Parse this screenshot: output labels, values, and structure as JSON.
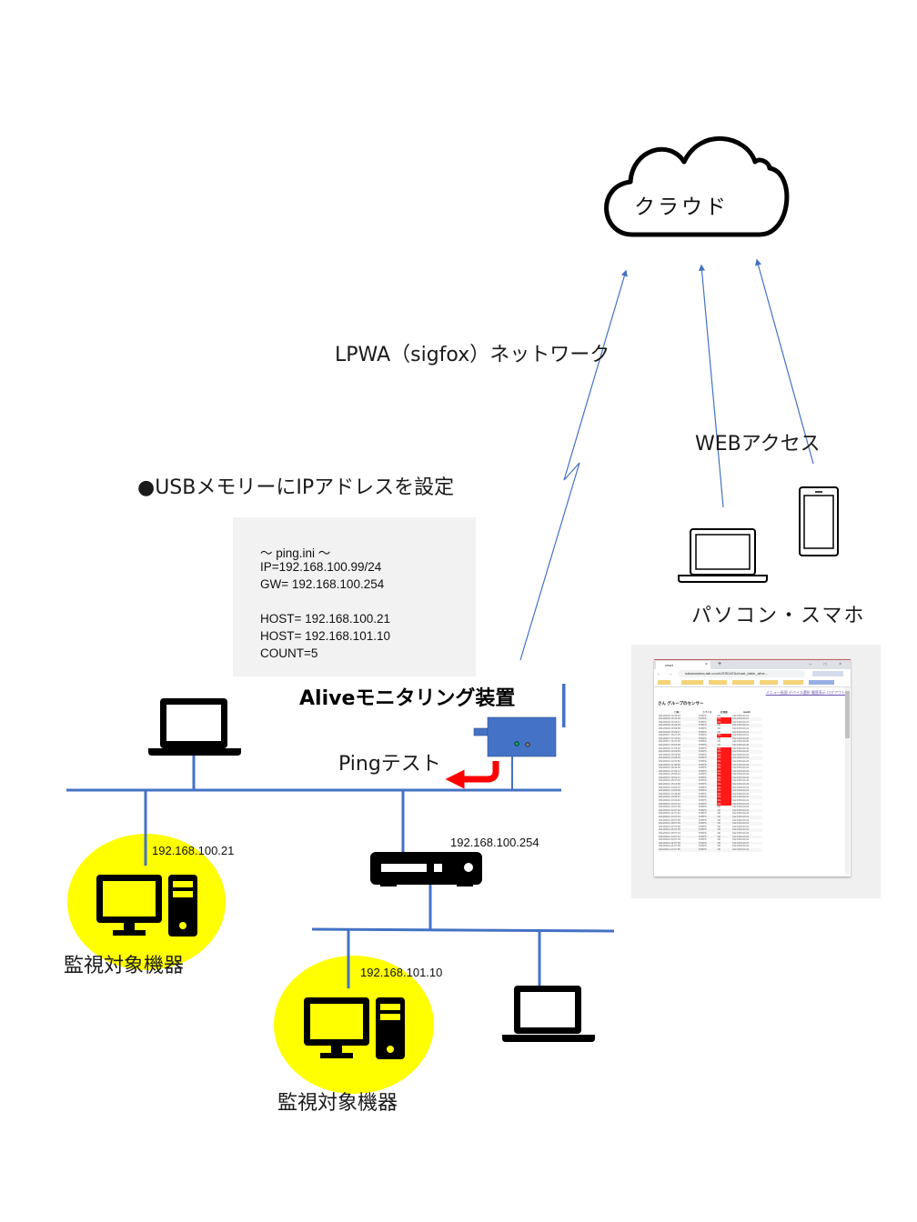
{
  "cloud": {
    "label": "クラウド"
  },
  "labels": {
    "lpwa": "LPWA（sigfox）ネットワーク",
    "usb_setting": "●USBメモリーにIPアドレスを設定",
    "web_access": "WEBアクセス",
    "pc_smartphone": "パソコン・スマホ",
    "device_name": "Aliveモニタリング装置",
    "ping_test": "Pingテスト",
    "gateway_ip": "192.168.100.254",
    "host1_ip": "192.168.100.21",
    "host2_ip": "192.168.101.10",
    "monitored1": "監視対象機器",
    "monitored2": "監視対象機器"
  },
  "ping_ini": {
    "lines": [
      "～ ping.ini ～",
      "IP=192.168.100.99/24",
      "GW= 192.168.100.254",
      "",
      "HOST= 192.168.100.21",
      "HOST= 192.168.101.10",
      "COUNT=5"
    ]
  },
  "colors": {
    "network_line": "#4472c4",
    "device_fill": "#4472c4",
    "ping_arrow": "#ff0000",
    "highlight": "#ffff00",
    "led_green": "#00b050",
    "led_gray": "#808080",
    "status_ng": "#ff1a1a"
  },
  "browser": {
    "tab_title": "chart",
    "new_tab": "+",
    "tab_close": "×",
    "window_controls": "– □ ×",
    "nav": "← → C",
    "url": "nakanosima-lab.com/USSDATA/chart_table_alive...",
    "menu_links": "メニュー画面 デバイス選択 履歴表示 ログアウト",
    "sensor_title": "さん グループのセンサー",
    "table": {
      "headers": [
        "日時 ↑",
        "デバイス",
        "計測値",
        "ipaddr"
      ],
      "rows": [
        [
          "2021/03/23 16:33:33",
          "T2PIPS",
          "OK",
          "192.168.100.21"
        ],
        [
          "2021/03/23 16:34:36",
          "T2PIPS",
          "NG",
          "192.168.100.21"
        ],
        [
          "2021/03/23 16:29:41",
          "T2PIPS",
          "NG",
          "192.168.100.21"
        ],
        [
          "2021/03/18 16:03:33",
          "T2PIPS",
          "OK",
          "192.168.100.21"
        ],
        [
          "2021/03/18 15:59:58",
          "T2PIPS",
          "OK",
          "192.168.100.21"
        ],
        [
          "2021/03/18 15:29:47",
          "T2PIPS",
          "OK",
          "192.168.100.21"
        ],
        [
          "2021/03/17 15:27:45",
          "T2PIPS",
          "NG",
          "192.168.100.21"
        ],
        [
          "2021/03/17 17:12:42",
          "T2PIPS",
          "OK",
          "192.168.100.20"
        ],
        [
          "2021/03/17 16:47:20",
          "T2PIPS",
          "OK",
          "192.168.100.20"
        ],
        [
          "2021/03/17 15:54:28",
          "T2PIPS",
          "OK",
          "192.168.100.20"
        ],
        [
          "2021/03/16 17:26:30",
          "T2PIPS",
          "NG",
          "192.168.100.22"
        ],
        [
          "2021/03/16 16:29:53",
          "T2PIPS",
          "NG",
          "192.168.100.22"
        ],
        [
          "2021/03/16 15:29:53",
          "T2PIPS",
          "NG",
          "192.168.100.22"
        ],
        [
          "2021/03/16 14:29:53",
          "T2PIPS",
          "NG",
          "192.168.100.22"
        ],
        [
          "2021/03/16 13:37:52",
          "T2PIPS",
          "NG",
          "192.168.100.22"
        ],
        [
          "2021/03/16 11:38:38",
          "T2PIPS",
          "NG",
          "192.168.100.22"
        ],
        [
          "2021/03/12 18:43:30",
          "T2PIPS",
          "NG",
          "192.168.100.22"
        ],
        [
          "2021/03/12 17:54:17",
          "T2PIPS",
          "NG",
          "192.168.100.22"
        ],
        [
          "2021/03/12 16:54:21",
          "T2PIPS",
          "NG",
          "192.168.100.22"
        ],
        [
          "2021/03/12 16:01:21",
          "T2PIPS",
          "NG",
          "192.168.100.22"
        ],
        [
          "2021/03/12 15:37:32",
          "T2PIPS",
          "NG",
          "192.168.100.22"
        ],
        [
          "2021/03/12 15:13:06",
          "T2PIPS",
          "NG",
          "192.168.100.22"
        ],
        [
          "2021/03/12 14:54:07",
          "T2PIPS",
          "NG",
          "192.168.100.22"
        ],
        [
          "2021/03/12 14:50:28",
          "T2PIPS",
          "NG",
          "192.168.100.22"
        ],
        [
          "2021/03/12 14:46:48",
          "T2PIPS",
          "NG",
          "192.168.100.22"
        ],
        [
          "2021/03/12 13:53:57",
          "T2PIPS",
          "NG",
          "192.168.100.22"
        ],
        [
          "2021/03/12 13:34:46",
          "T2PIPS",
          "NG",
          "192.168.100.22"
        ],
        [
          "2021/03/12 13:07:42",
          "T2PIPS",
          "NG",
          "192.168.100.22"
        ],
        [
          "2021/03/12 13:07:39",
          "T2PIPS",
          "OK",
          "192.168.100.22"
        ],
        [
          "2021/03/12 12:07:34",
          "T2PIPS",
          "OK",
          "192.168.100.22"
        ],
        [
          "2021/03/12 11:07:34",
          "T2PIPS",
          "OK",
          "192.168.100.22"
        ],
        [
          "2021/03/12 10:07:34",
          "T2PIPS",
          "OK",
          "192.168.100.22"
        ],
        [
          "2021/03/12 09:07:35",
          "T2PIPS",
          "OK",
          "192.168.100.22"
        ],
        [
          "2021/03/12 08:07:35",
          "T2PIPS",
          "OK",
          "192.168.100.22"
        ],
        [
          "2021/03/12 07:07:35",
          "T2PIPS",
          "OK",
          "192.168.100.22"
        ],
        [
          "2021/03/12 06:07:35",
          "T2PIPS",
          "OK",
          "192.168.100.22"
        ],
        [
          "2021/03/12 05:07:34",
          "T2PIPS",
          "OK",
          "192.168.100.22"
        ],
        [
          "2021/03/12 04:07:34",
          "T2PIPS",
          "OK",
          "192.168.100.22"
        ],
        [
          "2021/03/12 03:07:34",
          "T2PIPS",
          "OK",
          "192.168.100.22"
        ],
        [
          "2021/03/12 02:07:35",
          "T2PIPS",
          "OK",
          "192.168.100.22"
        ],
        [
          "2021/03/12 01:07:35",
          "T2PIPS",
          "OK",
          "192.168.100.22"
        ],
        [
          "2021/03/11 23:07:35",
          "T2PIPS",
          "OK",
          "192.168.100.22"
        ]
      ]
    }
  }
}
